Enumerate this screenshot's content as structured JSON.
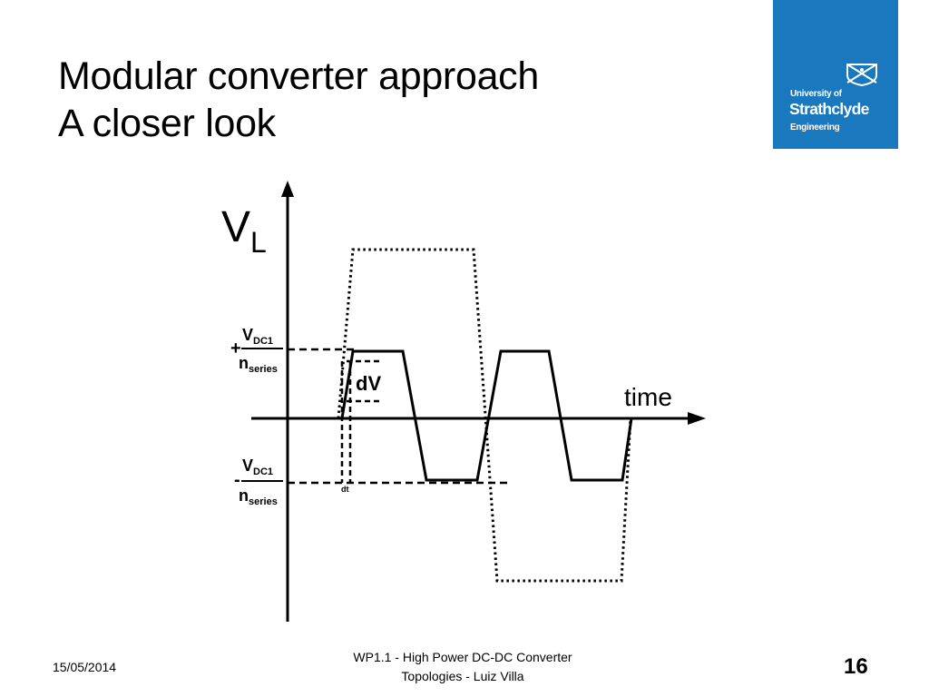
{
  "slide": {
    "title_line1": "Modular converter approach",
    "title_line2": "A closer look"
  },
  "logo": {
    "line1": "University of",
    "line2": "Strathclyde",
    "line3": "Engineering",
    "icon": "crest-icon",
    "color": "#1a78be"
  },
  "diagram": {
    "y_axis_label": "V",
    "y_axis_subscript": "L",
    "x_axis_label": "time",
    "pos_sign": "+",
    "neg_sign": "-",
    "vdc": "V",
    "vdc_sub": "DC1",
    "n": "n",
    "n_sub": "series",
    "dv_label": "dV",
    "dt_label": "dt"
  },
  "footer": {
    "date": "15/05/2014",
    "line1": "WP1.1 - High Power DC-DC Converter",
    "line2": "Topologies - Luiz Villa",
    "page_number": "16"
  }
}
